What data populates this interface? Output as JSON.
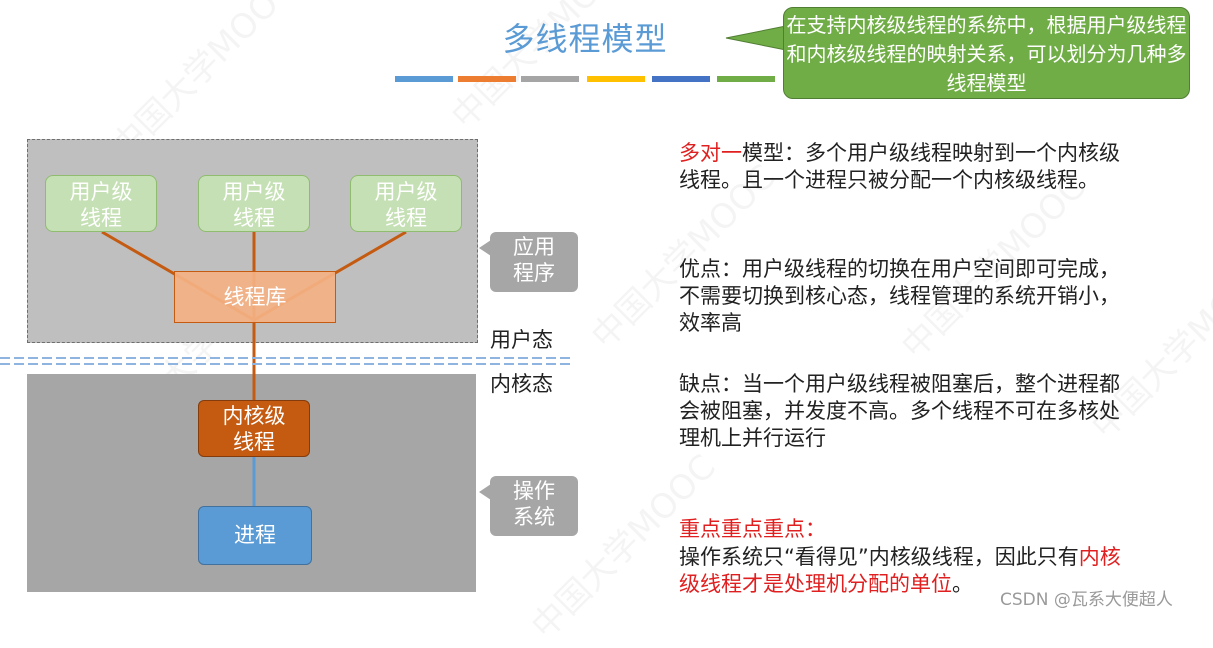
{
  "slide": {
    "title": "多线程模型",
    "callout": "在支持内核级线程的系统中，根据用户级线程和内核级线程的映射关系，可以划分为几种多线程模型",
    "title_bar_colors": [
      "#5b9bd5",
      "#ed7d31",
      "#a5a5a5",
      "#ffc000",
      "#4472c4",
      "#70ad47"
    ]
  },
  "diagram": {
    "user_threads": [
      "用户级\n线程",
      "用户级\n线程",
      "用户级\n线程"
    ],
    "thread_library": "线程库",
    "app_label": "应用\n程序",
    "user_mode": "用户态",
    "kernel_mode": "内核态",
    "kernel_thread": "内核级\n线程",
    "process": "进程",
    "os_label": "操作\n系统"
  },
  "text": {
    "model_name": "多对一",
    "model_desc": "模型：多个用户级线程映射到一个内核级线程。且一个进程只被分配一个内核级线程。",
    "pros": "优点：用户级线程的切换在用户空间即可完成，不需要切换到核心态，线程管理的系统开销小，效率高",
    "cons": "缺点：当一个用户级线程被阻塞后，整个进程都会被阻塞，并发度不高。多个线程不可在多核处理机上并行运行",
    "key_title": "重点重点重点：",
    "key_part1": "操作系统只“看得见”内核级线程，因此只有",
    "key_red": "内核级线程才是处理机分配的单位",
    "key_end": "。"
  },
  "watermark": {
    "csdn": "CSDN @瓦系大便超人",
    "mooc": "中国大学MOOC"
  }
}
